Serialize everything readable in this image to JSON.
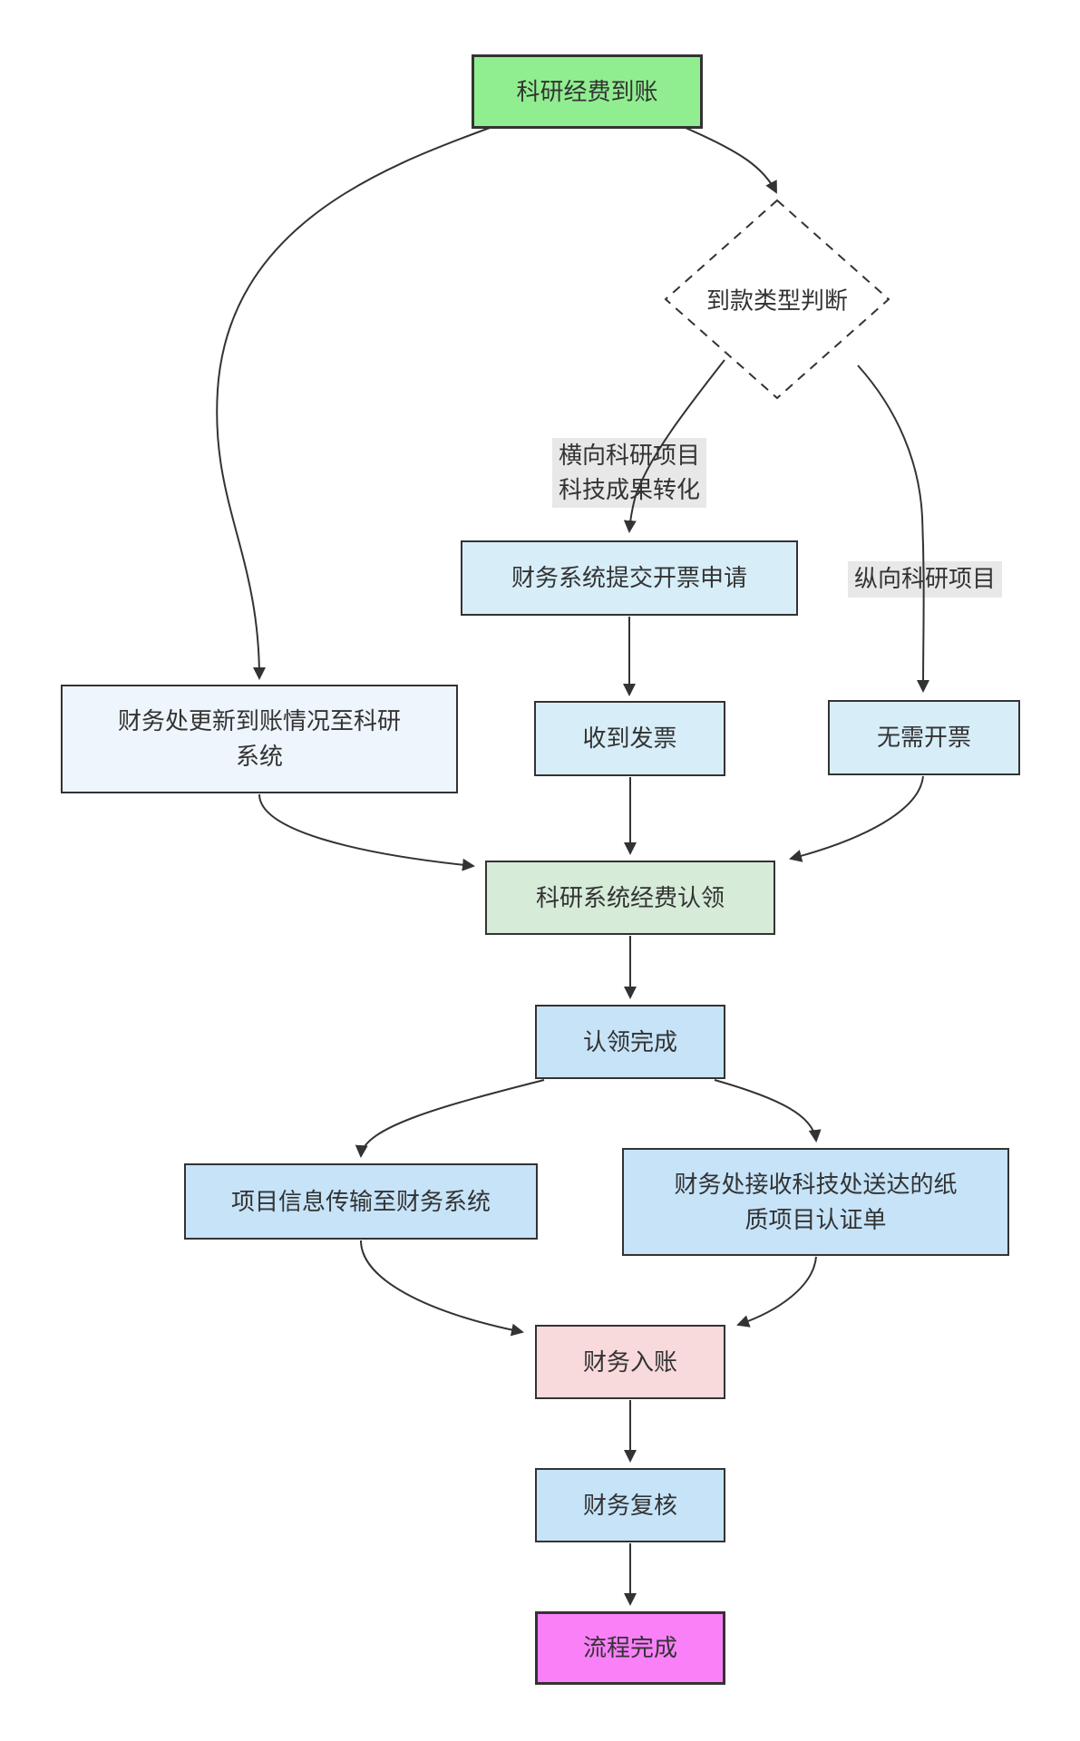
{
  "diagram": {
    "type": "flowchart",
    "direction": "top-down",
    "nodes": {
      "start": {
        "label": "科研经费到账",
        "shape": "rect",
        "fill": "#90ee90"
      },
      "decision": {
        "label": "到款类型判断",
        "shape": "diamond-dashed",
        "fill": "#ffffff"
      },
      "invoice_request": {
        "label": "财务系统提交开票申请",
        "shape": "rect",
        "fill": "#d7eef9"
      },
      "finance_update": {
        "label": "财务处更新到账情况至科研\n系统",
        "shape": "rect",
        "fill": "#eef5fc"
      },
      "invoice_received": {
        "label": "收到发票",
        "shape": "rect",
        "fill": "#d7eef9"
      },
      "no_invoice": {
        "label": "无需开票",
        "shape": "rect",
        "fill": "#d7eef9"
      },
      "fund_claim": {
        "label": "科研系统经费认领",
        "shape": "rect",
        "fill": "#d6ebd8"
      },
      "claim_done": {
        "label": "认领完成",
        "shape": "rect",
        "fill": "#c6e3f8"
      },
      "info_transfer": {
        "label": "项目信息传输至财务系统",
        "shape": "rect",
        "fill": "#c6e3f8"
      },
      "paper_cert": {
        "label": "财务处接收科技处送达的纸\n质项目认证单",
        "shape": "rect",
        "fill": "#c6e3f8"
      },
      "finance_entry": {
        "label": "财务入账",
        "shape": "rect",
        "fill": "#f8d9dc"
      },
      "finance_review": {
        "label": "财务复核",
        "shape": "rect",
        "fill": "#c6e3f8"
      },
      "finish": {
        "label": "流程完成",
        "shape": "rect",
        "fill": "#fa80f8"
      }
    },
    "edge_labels": {
      "horizontal_project": "横向科研项目\n科技成果转化",
      "vertical_project": "纵向科研项目"
    },
    "colors": {
      "edge": "#333333",
      "node_border": "#333333",
      "text": "#333333",
      "label_bg": "#e8e8e8",
      "background": "#ffffff"
    }
  }
}
